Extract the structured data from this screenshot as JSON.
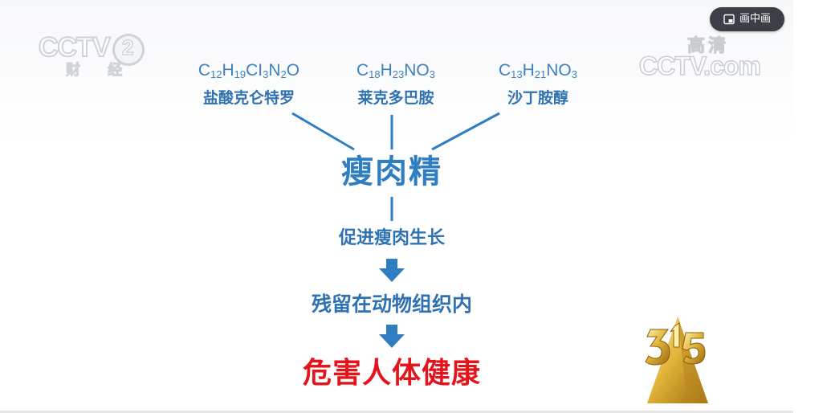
{
  "channel_logo": {
    "brand": "CCTV",
    "number": "2",
    "sub": "财 经"
  },
  "hd_watermark": {
    "tag": "高清",
    "site": "CCTV.com"
  },
  "pip_button": {
    "label": "画中画",
    "icon": "picture-in-picture-icon"
  },
  "compounds": [
    {
      "formula": [
        [
          "C",
          ""
        ],
        [
          "12",
          "sub"
        ],
        [
          "H",
          ""
        ],
        [
          "19",
          "sub"
        ],
        [
          "CI",
          ""
        ],
        [
          "3",
          "sub"
        ],
        [
          "N",
          ""
        ],
        [
          "2",
          "sub"
        ],
        [
          "O",
          ""
        ]
      ],
      "name": "盐酸克仑特罗"
    },
    {
      "formula": [
        [
          "C",
          ""
        ],
        [
          "18",
          "sub"
        ],
        [
          "H",
          ""
        ],
        [
          "23",
          "sub"
        ],
        [
          "NO",
          ""
        ],
        [
          "3",
          "sub"
        ]
      ],
      "name": "莱克多巴胺"
    },
    {
      "formula": [
        [
          "C",
          ""
        ],
        [
          "13",
          "sub"
        ],
        [
          "H",
          ""
        ],
        [
          "21",
          "sub"
        ],
        [
          "NO",
          ""
        ],
        [
          "3",
          "sub"
        ]
      ],
      "name": "沙丁胺醇"
    }
  ],
  "diagram": {
    "main_term": "瘦肉精",
    "effect": "促进瘦肉生长",
    "residue": "残留在动物组织内",
    "harm": "危害人体健康"
  },
  "colors": {
    "blue": "#2f7ec2",
    "red": "#e3141b",
    "gold": "#d8a928"
  },
  "badge": {
    "icon": "315-badge-icon"
  }
}
